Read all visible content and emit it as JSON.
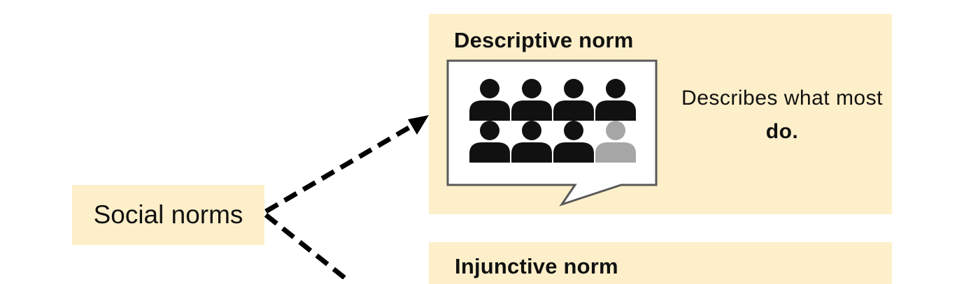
{
  "source": {
    "label": "Social norms"
  },
  "descriptive": {
    "title": "Descriptive norm",
    "text_before": "Describes what most ",
    "text_emphasis": "do.",
    "icon": "crowd-of-people-icon",
    "people_total": 8,
    "people_highlighted": 7
  },
  "injunctive": {
    "title": "Injunctive norm"
  },
  "colors": {
    "panel": "#fdefc9",
    "person": "#111111",
    "person_minority": "#a6a6a6",
    "bubble_border": "#595959",
    "arrow": "#000000"
  }
}
